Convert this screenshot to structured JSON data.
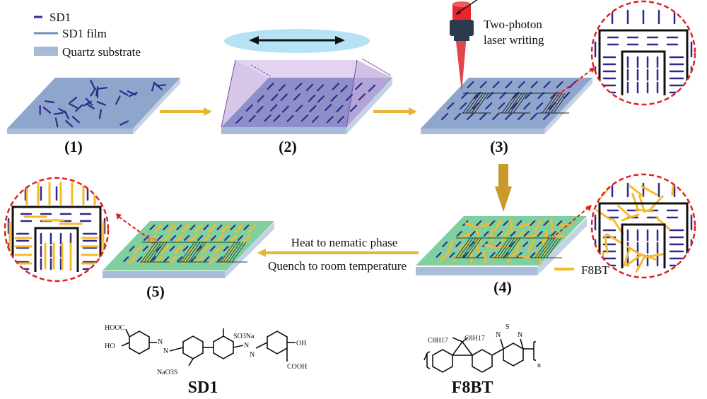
{
  "legend": {
    "items": [
      {
        "label": "SD1",
        "kind": "molecule",
        "color": "#2e2a8c"
      },
      {
        "label": "SD1 film",
        "kind": "film",
        "color": "#6f8fbd"
      },
      {
        "label": "Quartz substrate",
        "kind": "substrate",
        "color": "#a6b9d6"
      }
    ],
    "f8bt": {
      "label": "F8BT",
      "color": "#f7b928"
    }
  },
  "steps": [
    {
      "label": "(1)"
    },
    {
      "label": "(2)"
    },
    {
      "label": "(3)"
    },
    {
      "label": "(4)"
    },
    {
      "label": "(5)"
    }
  ],
  "annotations": {
    "laser_line1": "Two-photon",
    "laser_line2": "laser writing",
    "heat": "Heat to nematic phase",
    "quench": "Quench to room temperature"
  },
  "structures": {
    "sd1": {
      "name": "SD1",
      "groups": [
        "HOOC",
        "HO",
        "N",
        "N",
        "NaO3S",
        "SO3Na",
        "N",
        "N",
        "OH",
        "COOH"
      ]
    },
    "f8bt": {
      "name": "F8BT",
      "groups": [
        "C8H17",
        "C8H17",
        "N",
        "S",
        "N",
        "n"
      ]
    }
  },
  "colors": {
    "sd1_molecule": "#2e2a8c",
    "f8bt_molecule": "#f7b928",
    "substrate_top": "#8fa6cc",
    "substrate_side": "#a9bcd9",
    "green_layer": "#7fcf9f",
    "process_arrow": "#e8b437",
    "down_arrow": "#c99a2b",
    "zoom_circle": "#e02020",
    "polarizer": "#b5e3f5",
    "light_cone": "#c9b3df",
    "laser_head": "#2c3a4d",
    "laser_cap": "#e8262b",
    "laser_beam": "#d9272e"
  }
}
